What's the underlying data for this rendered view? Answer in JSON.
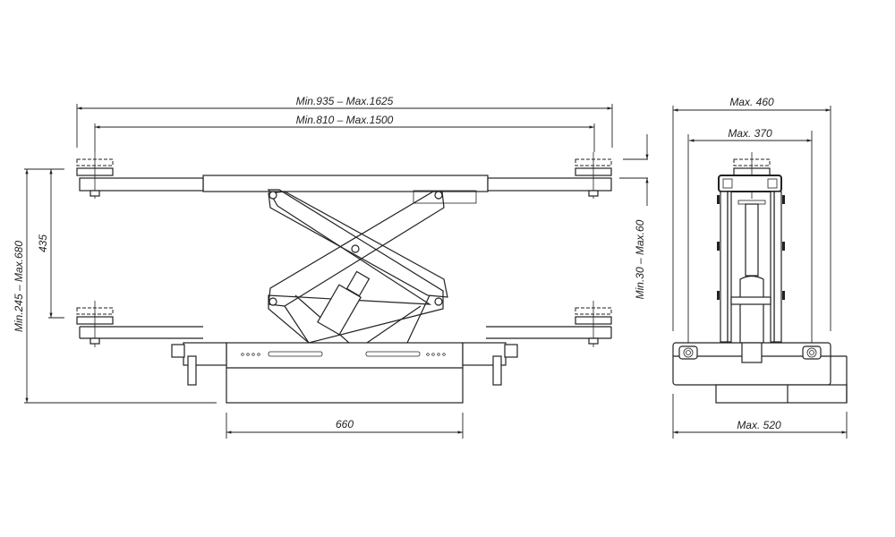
{
  "side_view": {
    "overall_width_label": "Min.935  –  Max.1625",
    "inner_width_label": "Min.810  –  Max.1500",
    "height_range_label": "Min.245  –  Max.680",
    "stroke_label": "435",
    "base_length_label": "660"
  },
  "front_view": {
    "outer_width_label": "Max.  460",
    "inner_width_label": "Max.  370",
    "adapter_height_label": "Min.30  –  Max.60",
    "base_width_label": "Max.  520"
  }
}
